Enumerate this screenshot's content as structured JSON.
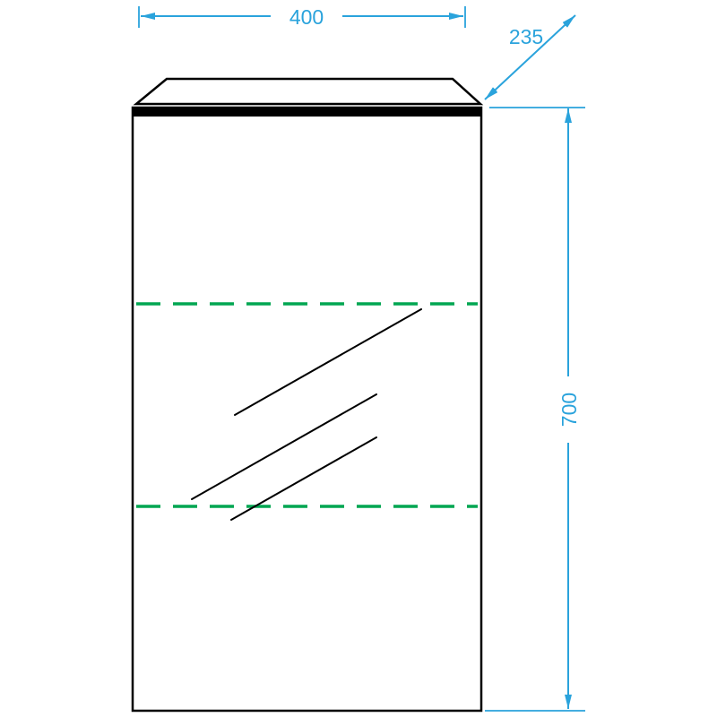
{
  "drawing": {
    "name": "bathroom mirror cabinet dimension drawing",
    "labels": {
      "width": "400",
      "depth": "235",
      "height": "700"
    },
    "colors": {
      "dimension": "#2aa3dc",
      "shelf_dash": "#00a651",
      "outline": "#000000",
      "background": "#ffffff"
    }
  }
}
